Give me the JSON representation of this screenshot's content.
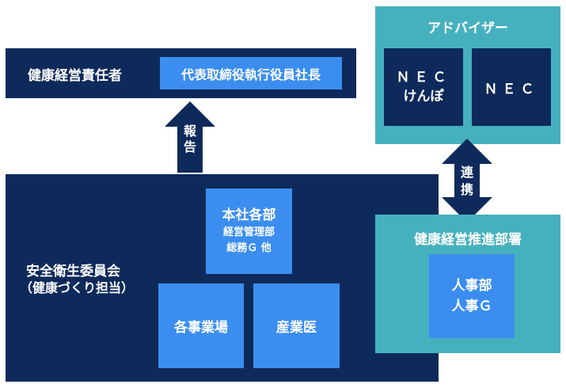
{
  "health_manager": {
    "title": "健康経営責任者",
    "role": "代表取締役執行役員社長"
  },
  "advisor": {
    "title": "アドバイザー",
    "box1_line1": "ＮＥＣ",
    "box1_line2": "けんぽ",
    "box2": "ＮＥＣ"
  },
  "report_label": "報告",
  "link_label": "連携",
  "committee": {
    "title_line1": "安全衛生委員会",
    "title_line2": "（健康づくり担当）",
    "hq": {
      "line1": "本社各部",
      "line2": "経営管理部",
      "line3": "総務Ｇ 他"
    },
    "sites": "各事業場",
    "doctor": "産業医"
  },
  "promotion": {
    "title": "健康経営推進部署",
    "line1": "人事部",
    "line2": "人事Ｇ"
  },
  "colors": {
    "navy": "#0e2a5b",
    "teal": "#46b1be",
    "blue": "#3b8ef0"
  }
}
